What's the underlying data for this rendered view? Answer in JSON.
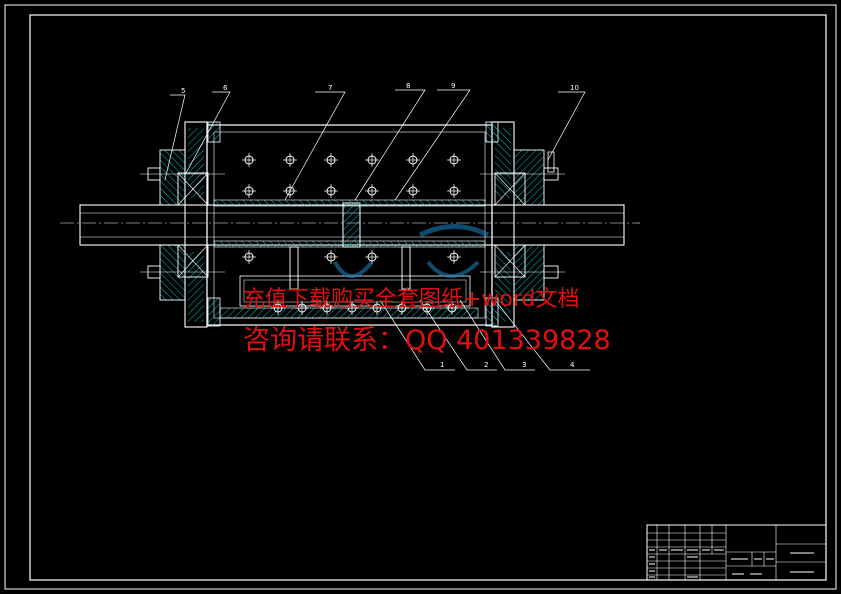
{
  "drawing": {
    "part_labels": [
      "1",
      "2",
      "3",
      "4",
      "5",
      "6",
      "7",
      "8",
      "9",
      "10"
    ],
    "colors": {
      "background": "#000000",
      "outline": "#ffffff",
      "hatch": "#00c0c0",
      "dimension": "#00ff00",
      "watermark": "#e01010",
      "watermark_logo": "#1e88c8"
    }
  },
  "watermark": {
    "line1": "充值下载购买全套图纸+word文档",
    "line2": "咨询请联系：QQ 401339828"
  },
  "title_block": {
    "title": "",
    "drawing_no": "",
    "cells": []
  }
}
